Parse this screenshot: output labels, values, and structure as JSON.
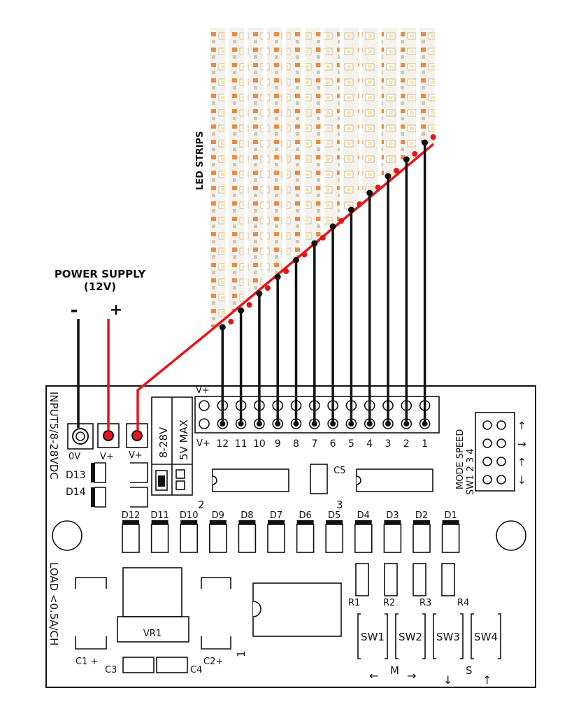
{
  "colors": {
    "wire_red": "#e3161c",
    "wire_black": "#111111",
    "led_amber": "#e8853b",
    "led_white": "#f7f2e4"
  },
  "labels": {
    "led_strips": "LED STRIPS",
    "power_supply": "POWER SUPPLY",
    "power_voltage": "(12V)",
    "minus": "-",
    "plus": "+",
    "input_label": "INPUT5/8-28VDC",
    "load_label": "LOAD <0.5A/CH",
    "range_8_28": "8-28V",
    "range_5v": "5V MAX",
    "term_0v": "0V",
    "term_vplus_1": "V+",
    "term_vplus_2": "V+",
    "vplus_top": "V+",
    "vplus_bottom": "V+",
    "c5": "C5",
    "d13": "D13",
    "d14": "D14",
    "vr1": "VR1",
    "c1": "C1 +",
    "c2": "C2+",
    "c3": "C3",
    "c4": "C4",
    "mark_1": "1",
    "mark_2": "2",
    "mark_3": "3",
    "mode_speed": "MODE SPEED",
    "sw1_row": "SW1 2  3  4",
    "r1": "R1",
    "r2": "R2",
    "r3": "R3",
    "r4": "R4",
    "sw1": "SW1",
    "sw2": "SW2",
    "sw3": "SW3",
    "sw4": "SW4",
    "m": "M",
    "s": "S",
    "arrow_left": "←",
    "arrow_right": "→",
    "arrow_down": "↓",
    "arrow_up": "↑"
  },
  "channels": [
    "12",
    "11",
    "10",
    "9",
    "8",
    "7",
    "6",
    "5",
    "4",
    "3",
    "2",
    "1"
  ],
  "diodes": [
    "D12",
    "D11",
    "D10",
    "D9",
    "D8",
    "D7",
    "D6",
    "D5",
    "D4",
    "D3",
    "D2",
    "D1"
  ],
  "header_arrows": [
    "↑",
    "→",
    "↑",
    "↓"
  ]
}
